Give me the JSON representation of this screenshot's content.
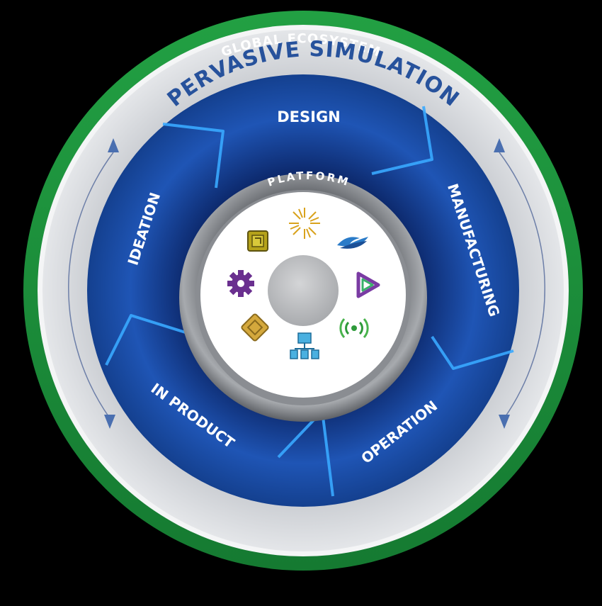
{
  "diagram": {
    "outer_ring_label": "GLOBAL ECOSYSTEM",
    "middle_ring_label": "PERVASIVE SIMULATION",
    "center_ring_label": "PLATFORM",
    "stages": [
      {
        "label": "DESIGN"
      },
      {
        "label": "MANUFACTURING"
      },
      {
        "label": "OPERATION"
      },
      {
        "label": "IN PRODUCT"
      },
      {
        "label": "IDEATION"
      }
    ],
    "platform_icons": [
      {
        "icon": "chip-icon"
      },
      {
        "icon": "starburst-icon"
      },
      {
        "icon": "wave-icon"
      },
      {
        "icon": "triangle-loop-icon"
      },
      {
        "icon": "signal-icon"
      },
      {
        "icon": "network-blocks-icon"
      },
      {
        "icon": "diamond-tile-icon"
      },
      {
        "icon": "gear-icon"
      }
    ]
  },
  "colors": {
    "background": "#000000",
    "outer_ring": "#1f8f3a",
    "grey_ring": "#d6d8dc",
    "blue_ring": "#1f4fa8",
    "blue_dark": "#0d2a6e",
    "neon_edge": "#39a8ff",
    "platform_ring": "#8c8f94",
    "title_blue": "#27529c"
  }
}
